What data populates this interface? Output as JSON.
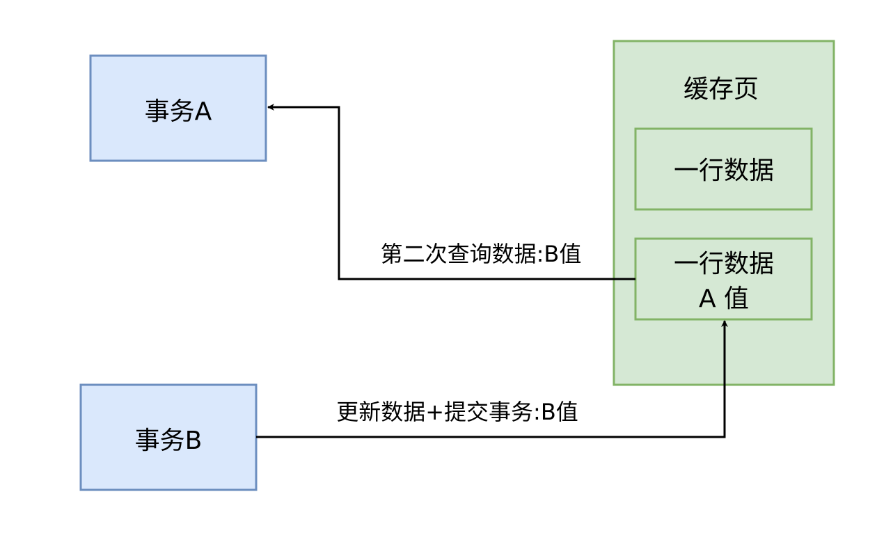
{
  "diagram": {
    "nodes": {
      "txn_a": {
        "label": "事务A"
      },
      "txn_b": {
        "label": "事务B"
      },
      "cache_page": {
        "label": "缓存页"
      },
      "row_1": {
        "label": "一行数据"
      },
      "row_2": {
        "line1": "一行数据",
        "line2": "A 值"
      }
    },
    "edges": {
      "query": {
        "label": "第二次查询数据:B值"
      },
      "update": {
        "label": "更新数据+提交事务:B值"
      }
    },
    "colors": {
      "blue_fill": "#dae8fc",
      "blue_stroke": "#6c8ebf",
      "green_fill": "#d5e8d4",
      "green_stroke": "#82b366"
    }
  }
}
